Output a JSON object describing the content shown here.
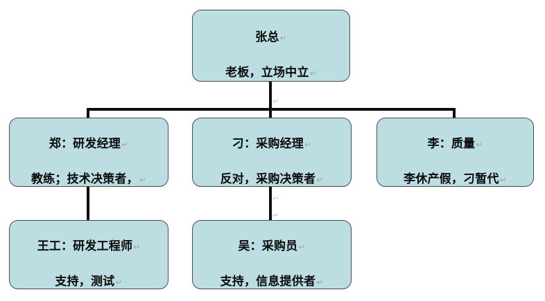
{
  "document": {
    "type": "organization-chart",
    "background_color": "#ffffff",
    "box_fill_color": "#bcdee3",
    "box_border_color": "#4a4a4a",
    "connector_color": "#0d0d0d",
    "paragraph_mark_glyph": "↵"
  },
  "chart_data": {
    "type": "diagram",
    "title": "",
    "nodes": [
      {
        "id": "zhang",
        "title": "张总",
        "subtitle": "老板，立场中立",
        "level": 0
      },
      {
        "id": "zheng",
        "title": "郑：研发经理",
        "subtitle": "教练；技术决策者，",
        "level": 1
      },
      {
        "id": "diao",
        "title": "刁：采购经理",
        "subtitle": "反对，采购决策者",
        "level": 1
      },
      {
        "id": "li",
        "title": "李：质量",
        "subtitle": "李休产假，刁暂代",
        "level": 1
      },
      {
        "id": "wang",
        "title": "王工：研发工程师",
        "subtitle": "支持，测试",
        "level": 2
      },
      {
        "id": "wu",
        "title": "吴：采购员",
        "subtitle": "支持，信息提供者",
        "level": 2
      }
    ],
    "edges": [
      {
        "from": "zhang",
        "to": "zheng"
      },
      {
        "from": "zhang",
        "to": "diao"
      },
      {
        "from": "zhang",
        "to": "li"
      },
      {
        "from": "zheng",
        "to": "wang"
      },
      {
        "from": "diao",
        "to": "wu"
      }
    ]
  },
  "marks": {
    "pilcrow": "↵"
  }
}
